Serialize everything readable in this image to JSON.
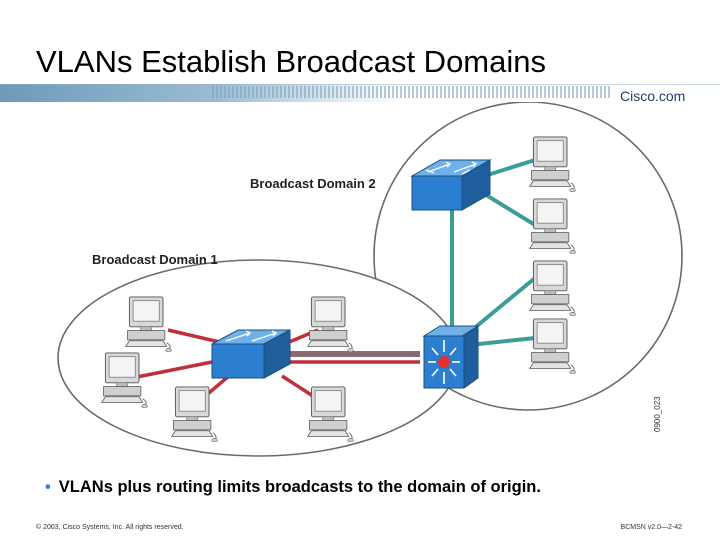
{
  "slide": {
    "title": "VLANs Establish Broadcast Domains",
    "logo": "Cisco.com",
    "bullet": "VLANs plus routing limits broadcasts to the domain of origin.",
    "footer_left": "© 2003, Cisco Systems, Inc. All rights reserved.",
    "footer_right": "BCMSN v2.0—2-42"
  },
  "diagram": {
    "domain1_label": "Broadcast Domain 1",
    "domain2_label": "Broadcast Domain 2",
    "figure_code": "0900_023",
    "colors": {
      "domain1_link": "#c0303a",
      "domain2_link": "#3a9e96",
      "device_blue": "#2c7fd0",
      "trunk": "#8a6a72"
    }
  }
}
